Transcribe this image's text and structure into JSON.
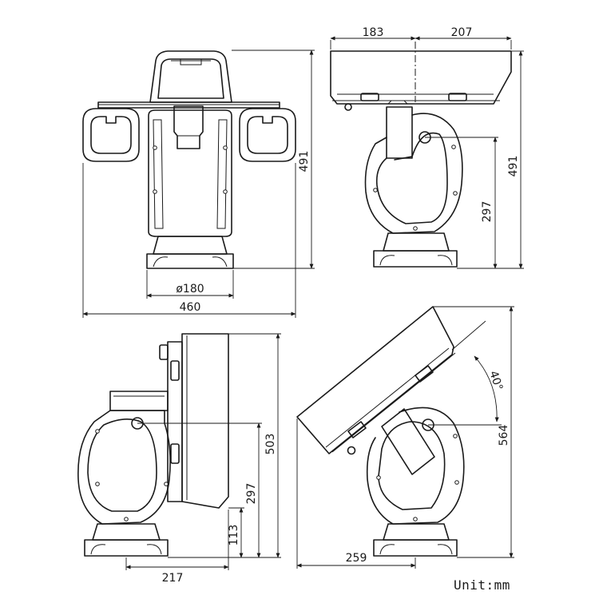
{
  "views": {
    "front": {
      "width": "460",
      "base_diameter": "ø180",
      "height": "491"
    },
    "side": {
      "top_left": "183",
      "top_right": "207",
      "height": "491",
      "pivot_height": "297"
    },
    "side_up": {
      "height": "503",
      "pivot_height": "297",
      "base_height": "113",
      "depth": "217"
    },
    "side_tilt": {
      "angle": "40°",
      "height": "564",
      "depth": "259"
    }
  },
  "unit_label": "Unit:mm"
}
